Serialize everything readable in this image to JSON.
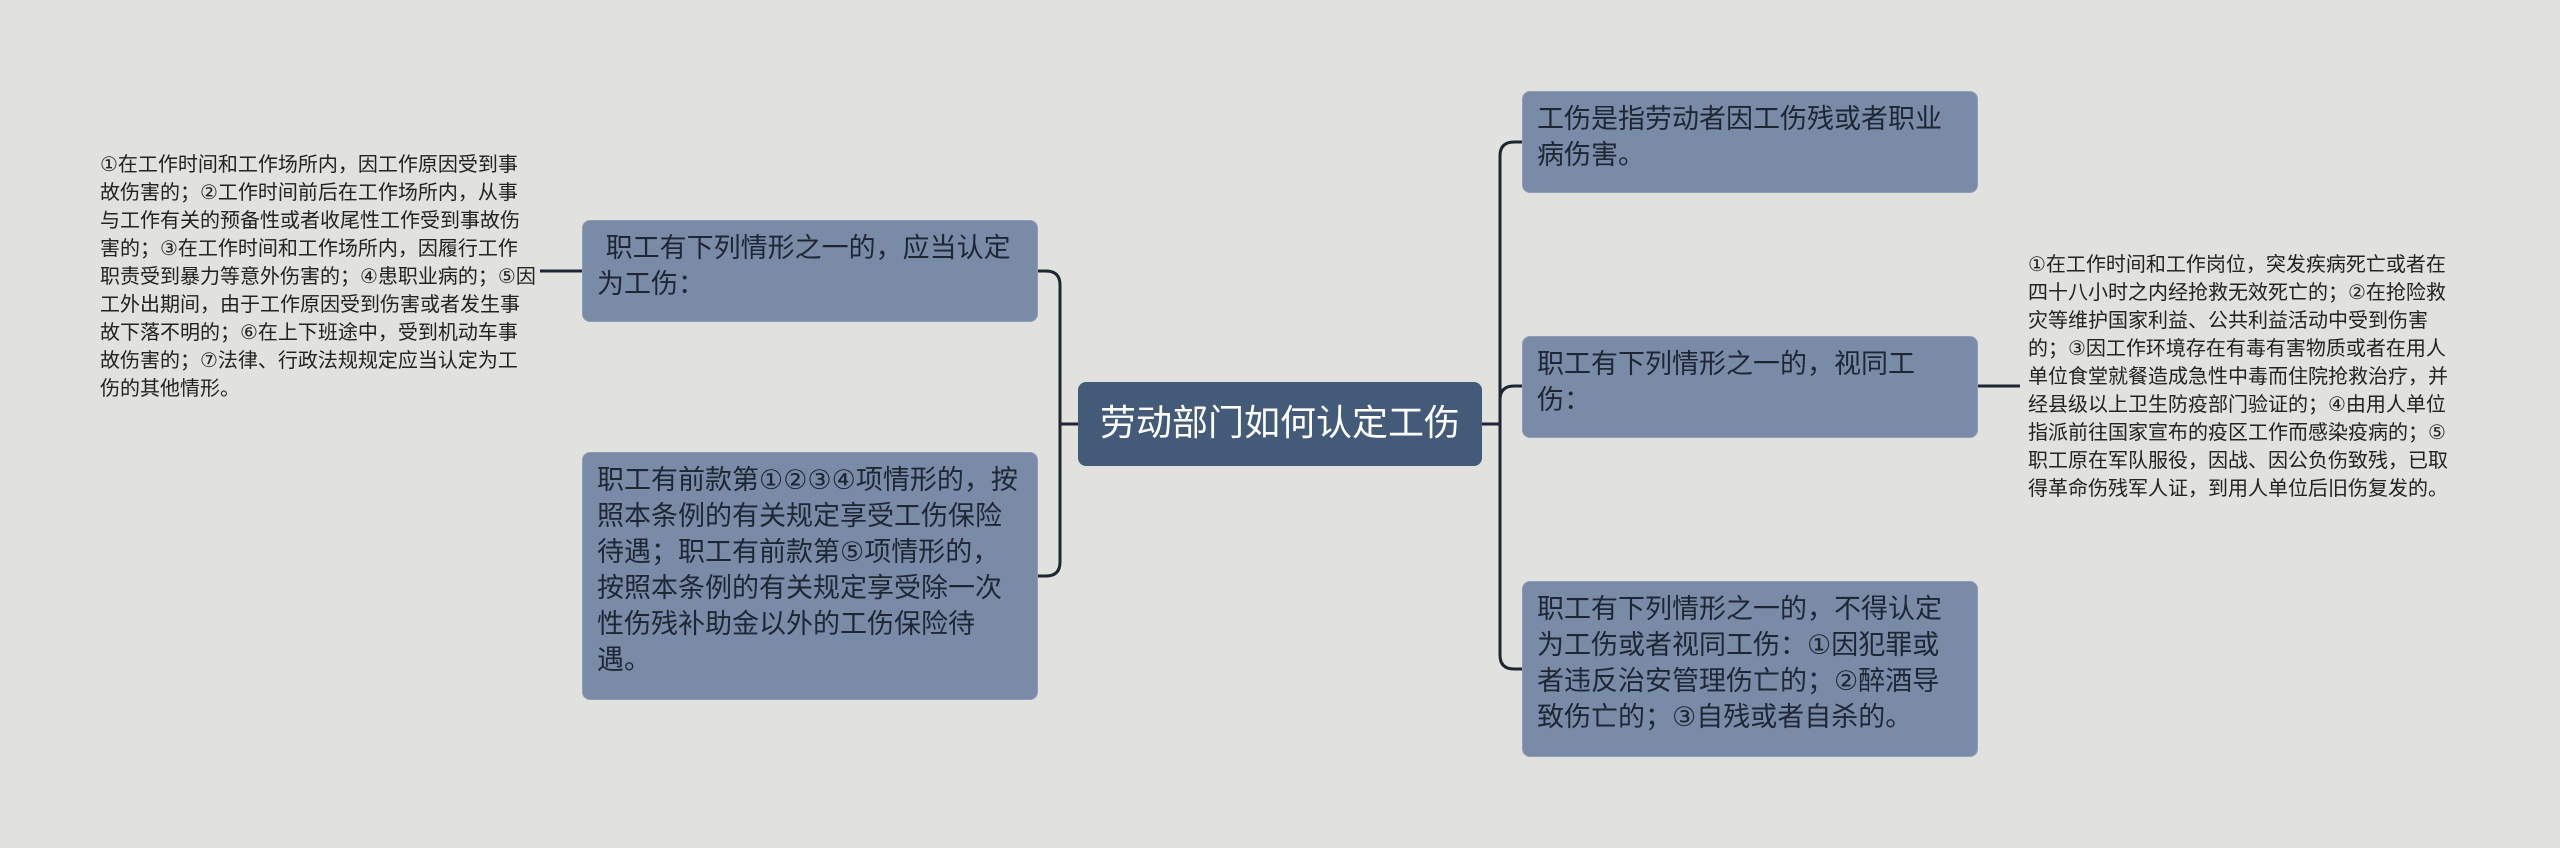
{
  "root": {
    "label": "劳动部门如何认定工伤"
  },
  "left": [
    {
      "label": " 职工有下列情形之一的，应当认定为工伤：",
      "detail": "①在工作时间和工作场所内，因工作原因受到事故伤害的；②工作时间前后在工作场所内，从事与工作有关的预备性或者收尾性工作受到事故伤害的；③在工作时间和工作场所内，因履行工作职责受到暴力等意外伤害的；④患职业病的；⑤因工外出期间，由于工作原因受到伤害或者发生事故下落不明的；⑥在上下班途中，受到机动车事故伤害的；⑦法律、行政法规规定应当认定为工伤的其他情形。"
    },
    {
      "label": "职工有前款第①②③④项情形的，按照本条例的有关规定享受工伤保险待遇；职工有前款第⑤项情形的，按照本条例的有关规定享受除一次性伤残补助金以外的工伤保险待遇。"
    }
  ],
  "right": [
    {
      "label": "工伤是指劳动者因工伤残或者职业病伤害。"
    },
    {
      "label": "职工有下列情形之一的，视同工伤：",
      "detail": "①在工作时间和工作岗位，突发疾病死亡或者在四十八小时之内经抢救无效死亡的；②在抢险救灾等维护国家利益、公共利益活动中受到伤害的；③因工作环境存在有毒有害物质或者在用人单位食堂就餐造成急性中毒而住院抢救治疗，并经县级以上卫生防疫部门验证的；④由用人单位指派前往国家宣布的疫区工作而感染疫病的；⑤职工原在军队服役，因战、因公负伤致残，已取得革命伤残军人证，到用人单位后旧伤复发的。"
    },
    {
      "label": "职工有下列情形之一的，不得认定为工伤或者视同工伤：①因犯罪或者违反治安管理伤亡的；②醉酒导致伤亡的；③自残或者自杀的。"
    }
  ],
  "colors": {
    "background": "#e1e2dd",
    "root": "#435a78",
    "branch": "#7a8ba8",
    "line": "#1f2633"
  }
}
